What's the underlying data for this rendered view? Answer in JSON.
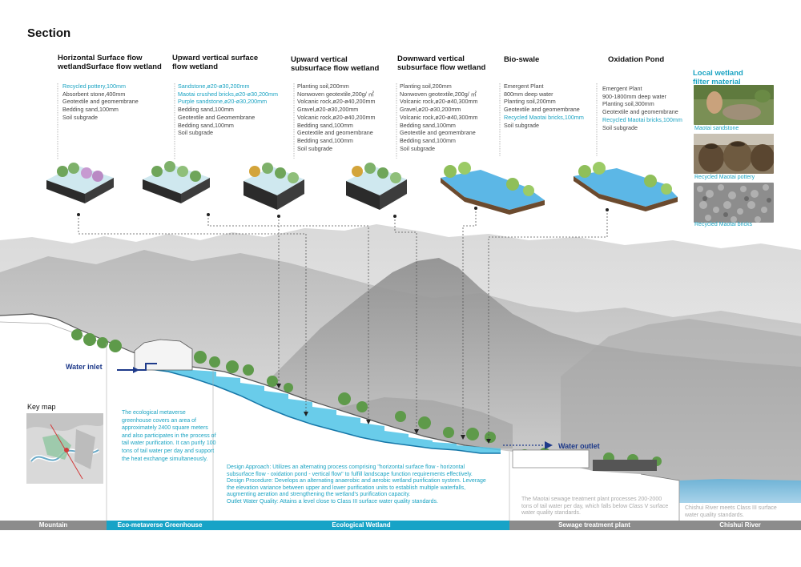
{
  "page": {
    "title": "Section"
  },
  "wetlands": [
    {
      "title_lines": [
        "Horizontal Surface flow",
        "wetlandSurface flow wetland"
      ],
      "layers": [
        {
          "text": "Recycled pottery,100mm",
          "highlight": true
        },
        {
          "text": "Absorbent stone,400mm",
          "highlight": false
        },
        {
          "text": "Geotextile and geomembrane",
          "highlight": false
        },
        {
          "text": "Bedding sand,100mm",
          "highlight": false
        },
        {
          "text": "Soil subgrade",
          "highlight": false
        }
      ]
    },
    {
      "title_lines": [
        "Upward vertical surface",
        "flow wetland"
      ],
      "layers": [
        {
          "text": "Sandstone,ø20-ø30,200mm",
          "highlight": true
        },
        {
          "text": "Maotai crushed bricks,ø20-ø30,200mm",
          "highlight": true
        },
        {
          "text": "Purple sandstone,ø20-ø30,200mm",
          "highlight": true
        },
        {
          "text": "Bedding sand,100mm",
          "highlight": false
        },
        {
          "text": "Geotextile and Geomembrane",
          "highlight": false
        },
        {
          "text": "Bedding sand,100mm",
          "highlight": false
        },
        {
          "text": "Soil subgrade",
          "highlight": false
        }
      ]
    },
    {
      "title_lines": [
        "Upward vertical",
        "subsurface flow wetland"
      ],
      "layers": [
        {
          "text": "Planting soil,200mm",
          "highlight": false
        },
        {
          "text": "Nonwoven geotextile,200g/ ㎡",
          "highlight": false
        },
        {
          "text": "Volcanic rock,ø20-ø40,200mm",
          "highlight": false
        },
        {
          "text": "Gravel,ø20-ø30,200mm",
          "highlight": false
        },
        {
          "text": "Volcanic rock,ø20-ø40,200mm",
          "highlight": false
        },
        {
          "text": "Bedding sand,100mm",
          "highlight": false
        },
        {
          "text": "Geotextile and geomembrane",
          "highlight": false
        },
        {
          "text": "Bedding sand,100mm",
          "highlight": false
        },
        {
          "text": "Soil subgrade",
          "highlight": false
        }
      ]
    },
    {
      "title_lines": [
        "Downward vertical",
        "subsurface flow wetland"
      ],
      "layers": [
        {
          "text": "Planting soil,200mm",
          "highlight": false
        },
        {
          "text": "Nonwoven geotextile,200g/ ㎡",
          "highlight": false
        },
        {
          "text": "Volcanic rock,ø20-ø40,300mm",
          "highlight": false
        },
        {
          "text": "Gravel,ø20-ø30,200mm",
          "highlight": false
        },
        {
          "text": "Volcanic rock,ø20-ø40,300mm",
          "highlight": false
        },
        {
          "text": "Bedding sand,100mm",
          "highlight": false
        },
        {
          "text": "Geotextile and geomembrane",
          "highlight": false
        },
        {
          "text": "Bedding sand,100mm",
          "highlight": false
        },
        {
          "text": "Soil subgrade",
          "highlight": false
        }
      ]
    },
    {
      "title_lines": [
        "Bio-swale"
      ],
      "layers": [
        {
          "text": "Emergent Plant",
          "highlight": false
        },
        {
          "text": "800mm deep water",
          "highlight": false
        },
        {
          "text": "Planting soil,200mm",
          "highlight": false
        },
        {
          "text": "Geotextile and geomembrane",
          "highlight": false
        },
        {
          "text": "Recycled Maotai bricks,100mm",
          "highlight": true
        },
        {
          "text": "Soil subgrade",
          "highlight": false
        }
      ]
    },
    {
      "title_lines": [
        "Oxidation Pond"
      ],
      "layers": [
        {
          "text": "Emergent Plant",
          "highlight": false
        },
        {
          "text": "900-1800mm deep water",
          "highlight": false
        },
        {
          "text": "Planting soil,300mm",
          "highlight": false
        },
        {
          "text": "Geotextile and geomembrane",
          "highlight": false
        },
        {
          "text": "Recycled Maotai bricks,100mm",
          "highlight": true
        },
        {
          "text": "Soil subgrade",
          "highlight": false
        }
      ]
    }
  ],
  "local_material": {
    "title_lines": [
      "Local wetland",
      "filter material"
    ],
    "items": [
      {
        "caption": "Maotai sandstone",
        "icon": "sandstone-photo"
      },
      {
        "caption": "Recycled Maotai  pottery",
        "icon": "pottery-photo"
      },
      {
        "caption": "Recycled Maotai bricks",
        "icon": "bricks-photo"
      }
    ]
  },
  "section": {
    "water_inlet": "Water inlet",
    "water_outlet": "Water outlet",
    "key_map_title": "Key map"
  },
  "notes": {
    "greenhouse": "The ecological metaverse greenhouse covers an area of approximately 2400 square meters and also participates in the process of tail water purification. It can purify 100 tons of tail water per day and support the heat exchange simultaneously.",
    "design": [
      "Design Approach: Utilizes an alternating process comprising \"horizontal surface flow - horizontal subsurface flow - oxidation pond - vertical flow\" to fulfill landscape function requirements effectively.",
      "Design Procedure: Develops an alternating anaerobic and aerobic wetland purification system. Leverage the elevation variance between upper and lower purification units to establish multiple waterfalls, augmenting aeration and strengthening the wetland's purification capacity.",
      "Outlet Water Quality: Attains a level close to Class III surface water quality standards."
    ],
    "treatment_plant": "The Maotai sewage treatment plant processes 200-2000 tons of tail water per day, which falls below Class Ⅴ surface water quality standards.",
    "river": "Chishui River meets Class III surface water quality standards."
  },
  "zones": {
    "mountain": "Mountain",
    "greenhouse": "Eco-metaverse  Greenhouse",
    "wetland": "Ecological Wetland",
    "plant": "Sewage treatment plant",
    "river": "Chishui River"
  },
  "colors": {
    "accent": "#17a3c7",
    "highlight_text": "#1aa3c2",
    "zone_gray": "#8c8c8c",
    "arrow_navy": "#1e3a8a"
  }
}
